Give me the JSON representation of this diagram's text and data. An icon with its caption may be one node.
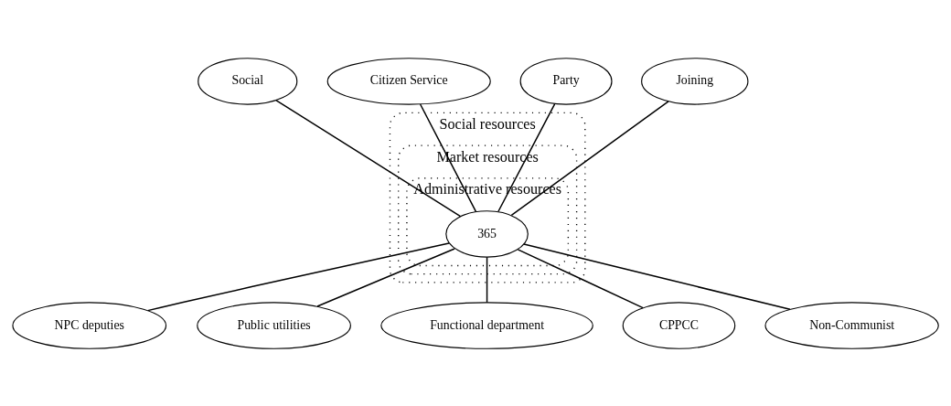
{
  "diagram": {
    "nodes": [
      {
        "text": [
          "Social"
        ]
      },
      {
        "text": [
          "Citizen Service"
        ]
      },
      {
        "text": [
          "Party"
        ]
      },
      {
        "text": [
          "Joining"
        ]
      },
      {
        "text": [
          "Social resources"
        ]
      },
      {
        "text": [
          "Market resources"
        ],
        "in": 4
      },
      {
        "text": [
          "Administrative resources"
        ],
        "in": 5
      },
      {
        "text": [
          "365"
        ],
        "in": 6
      },
      {
        "text": [
          "NPC deputies"
        ]
      },
      {
        "text": [
          "Public utilities"
        ]
      },
      {
        "text": [
          "Functional department"
        ]
      },
      {
        "text": [
          "CPPCC"
        ]
      },
      {
        "text": [
          "Non-Communist"
        ]
      }
    ],
    "edges": [
      {
        "from": 0,
        "to": 7,
        "arrow": "none"
      },
      {
        "from": 1,
        "to": 7,
        "arrow": "none"
      },
      {
        "from": 2,
        "to": 7,
        "arrow": "none"
      },
      {
        "from": 3,
        "to": 7,
        "arrow": "none"
      },
      {
        "from": 7,
        "to": 8,
        "arrow": "none"
      },
      {
        "from": 7,
        "to": 9,
        "arrow": "none"
      },
      {
        "from": 7,
        "to": 10,
        "arrow": "none"
      },
      {
        "from": 7,
        "to": 11,
        "arrow": "none"
      },
      {
        "from": 7,
        "to": 12,
        "arrow": "none"
      }
    ]
  }
}
